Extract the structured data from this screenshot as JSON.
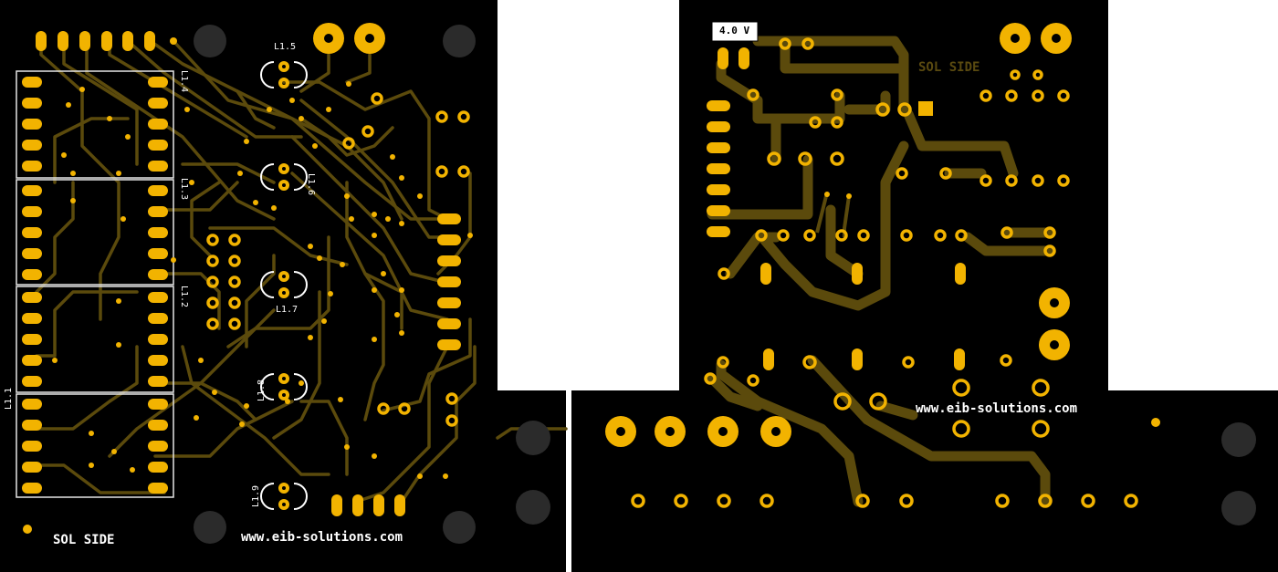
{
  "colors": {
    "board": "#000000",
    "copper": "#f2b300",
    "trace": "#5b4a0c",
    "hole": "#2b2b2b",
    "silkscreen": "#ffffff"
  },
  "left_board": {
    "silk_side_label": "SOL SIDE",
    "url_label": "www.eib-solutions.com",
    "ic_labels": [
      "L1.1",
      "L1.2",
      "L1.3",
      "L1.4"
    ],
    "led_labels": [
      "L1.5",
      "L1.6",
      "L1.7",
      "L1.8",
      "L1.9"
    ]
  },
  "right_board": {
    "silk_side_label": "SOL SIDE",
    "url_label": "www.eib-solutions.com",
    "version_label": "4.0 V"
  }
}
